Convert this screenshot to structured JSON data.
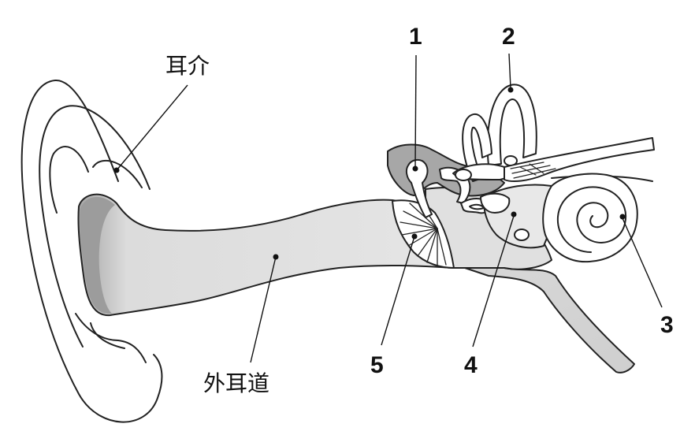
{
  "labels": {
    "pinna": "耳介",
    "ear_canal": "外耳道",
    "n1": "1",
    "n2": "2",
    "n3": "3",
    "n4": "4",
    "n5": "5"
  },
  "colors": {
    "canal_fill": "#e3e3e3",
    "shadow": "#9a9a9a",
    "outline": "#222222"
  }
}
